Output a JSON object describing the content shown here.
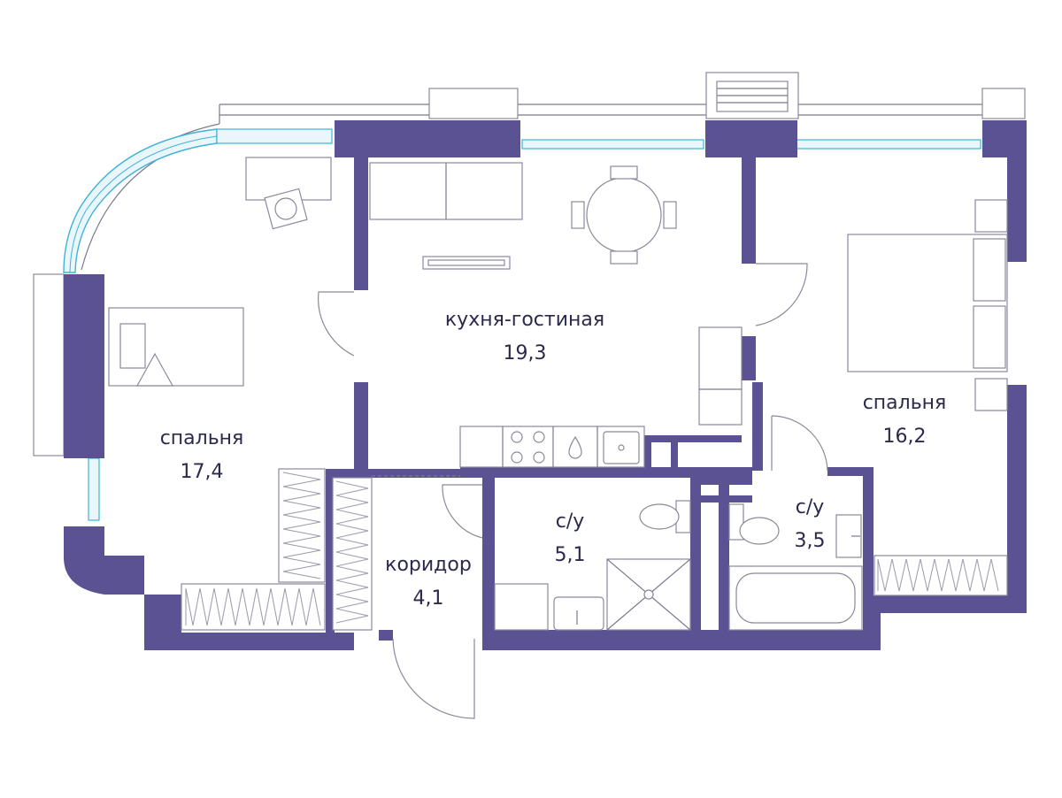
{
  "colors": {
    "wall": "#5b5293",
    "glass": "#3fb3d6",
    "line": "#8a899c",
    "text": "#2b2a4c"
  },
  "rooms": {
    "bedroom_left": {
      "name": "спальня",
      "area": "17,4"
    },
    "kitchen_living": {
      "name": "кухня-гостиная",
      "area": "19,3"
    },
    "bedroom_right": {
      "name": "спальня",
      "area": "16,2"
    },
    "bathroom_main": {
      "name": "с/у",
      "area": "5,1"
    },
    "bathroom_small": {
      "name": "с/у",
      "area": "3,5"
    },
    "corridor": {
      "name": "коридор",
      "area": "4,1"
    }
  }
}
